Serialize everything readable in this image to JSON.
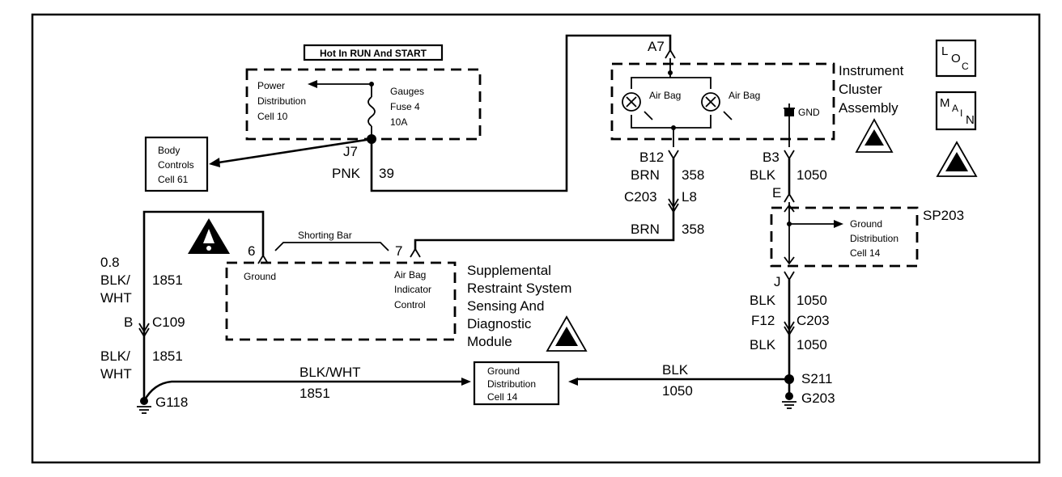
{
  "hot_label": "Hot In RUN And START",
  "fuse_block": {
    "power_dist": [
      "Power",
      "Distribution",
      "Cell 10"
    ],
    "gauges_fuse": [
      "Gauges",
      "Fuse 4",
      "10A"
    ]
  },
  "body_controls": [
    "Body",
    "Controls",
    "Cell 61"
  ],
  "wire_pnk": {
    "pin": "J7",
    "color": "PNK",
    "circuit": "39"
  },
  "connector_a7": "A7",
  "cluster": {
    "title": [
      "Instrument",
      "Cluster",
      "Assembly"
    ],
    "airbag_label": "Air Bag",
    "gnd_label": "GND"
  },
  "loc_icon": {
    "l": "L",
    "o": "O",
    "c": "C"
  },
  "main_icon": {
    "m": "M",
    "a": "A",
    "i": "I",
    "n": "N"
  },
  "wire_brn": {
    "pin": "B12",
    "color": "BRN",
    "circuit": "358",
    "connector": "C203",
    "conn_pin": "L8",
    "color2": "BRN",
    "circuit2": "358"
  },
  "wire_blk_top": {
    "pin": "B3",
    "color": "BLK",
    "circuit": "1050",
    "pin2": "E"
  },
  "sp203": {
    "label": "SP203",
    "ground_dist": [
      "Ground",
      "Distribution",
      "Cell 14"
    ]
  },
  "wire_blk_mid": {
    "pin": "J",
    "color": "BLK",
    "circuit": "1050",
    "conn_pin": "F12",
    "connector": "C203",
    "color2": "BLK",
    "circuit2": "1050"
  },
  "splice_s211": "S211",
  "ground_g203": "G203",
  "ground_g118": "G118",
  "sdm": {
    "pin6": "6",
    "pin7": "7",
    "shorting_bar": "Shorting Bar",
    "ground_label": "Ground",
    "airbag_ind": [
      "Air Bag",
      "Indicator",
      "Control"
    ],
    "title": [
      "Supplemental",
      "Restraint System",
      "Sensing And",
      "Diagnostic",
      "Module"
    ]
  },
  "wire_blkwht_left": {
    "gauge": "0.8",
    "color": [
      "BLK/",
      "WHT"
    ],
    "circuit": "1851",
    "conn_pin": "B",
    "connector": "C109",
    "color2": [
      "BLK/",
      "WHT"
    ],
    "circuit2": "1851"
  },
  "bottom_ground_dist": [
    "Ground",
    "Distribution",
    "Cell 14"
  ],
  "wire_bottom_left": {
    "color": "BLK/WHT",
    "circuit": "1851"
  },
  "wire_bottom_right": {
    "color": "BLK",
    "circuit": "1050"
  }
}
